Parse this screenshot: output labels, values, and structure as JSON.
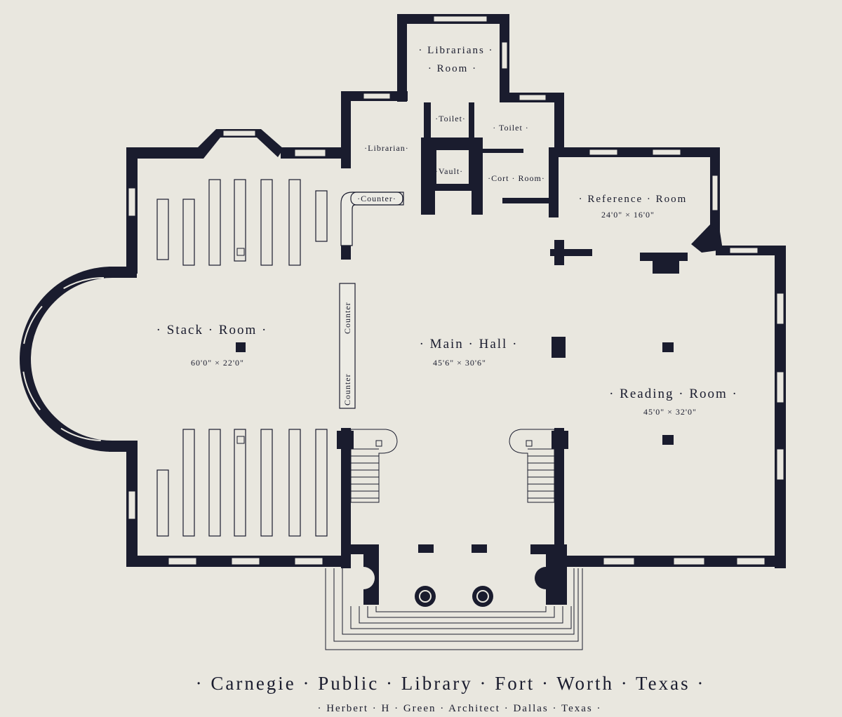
{
  "rooms": {
    "librarians_room": {
      "line1": "· Librarians ·",
      "line2": "· Room ·"
    },
    "toilet_small": "·Toilet·",
    "toilet_large": "· Toilet ·",
    "librarian": "·Librarian·",
    "vault": "·Vault·",
    "cort_room": "·Cort · Room·",
    "reference_room": {
      "name": "· Reference · Room",
      "dimensions": "24'0\" × 16'0\""
    },
    "stack_room": {
      "name": "· Stack · Room ·",
      "dimensions": "60'0\" × 22'0\""
    },
    "main_hall": {
      "name": "· Main · Hall ·",
      "dimensions": "45'6\" × 30'6\""
    },
    "reading_room": {
      "name": "· Reading · Room ·",
      "dimensions": "45'0\" × 32'0\""
    },
    "counter_top": "·Counter·",
    "counter_upper": "Counter",
    "counter_lower": "Counter"
  },
  "title": "· Carnegie · Public · Library · Fort · Worth · Texas ·",
  "subtitle": "· Herbert · H · Green · Architect · Dallas · Texas ·",
  "colors": {
    "paper": "#e9e7df",
    "ink": "#1a1c2e"
  }
}
